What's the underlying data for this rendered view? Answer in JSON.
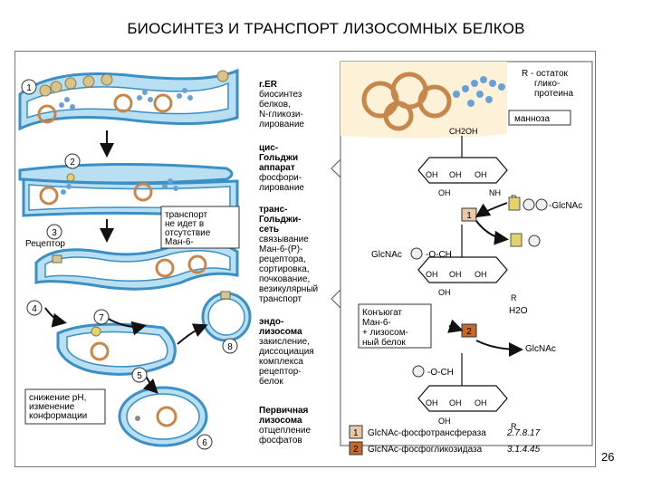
{
  "title": "БИОСИНТЕЗ И ТРАНСПОРТ ЛИЗОСОМНЫХ БЕЛКОВ",
  "page_number": "26",
  "steps": [
    {
      "num": "1",
      "lines": [
        "r.ER",
        "биосинтез",
        "белков,",
        "N-гликози-",
        "лирование"
      ],
      "bold_lines": 1
    },
    {
      "num": "2",
      "lines": [
        "цис-",
        "Гольджи",
        "аппарат",
        "фосфори-",
        "лирование"
      ],
      "bold_lines": 3
    },
    {
      "num": "3",
      "lines": [
        "транс-",
        "Гольджи-",
        "сеть",
        "связывание",
        "Ман-6-(P)-",
        "рецептора,",
        "сортировка,",
        "почкование,",
        "везикулярный",
        "транспорт"
      ],
      "bold_lines": 3
    },
    {
      "num": "4",
      "lines": [
        "эндо-",
        "лизосома",
        "закисление,",
        "диссоциация",
        "комплекса",
        "рецептор-",
        "белок"
      ],
      "bold_lines": 2
    },
    {
      "num": "6",
      "lines": [
        "Первичная",
        "лизосома",
        "отщепление",
        "фосфатов"
      ],
      "bold_lines": 2
    }
  ],
  "labels": {
    "receptor": "Рецептор",
    "transport_note": [
      "транспорт",
      "не идет в",
      "отсутствие",
      "Ман-6-"
    ],
    "ph_note": [
      "снижение pH,",
      "изменение",
      "конформации"
    ],
    "r_label": [
      "R - остаток",
      "глико-",
      "протеина"
    ],
    "mannose": "манноза",
    "glcnac_p": "-GlcNAc",
    "glcnac": "GlcNAc",
    "o_ch2": "-O-CH",
    "h2o": "H2O",
    "conj_note": [
      "Конъюгат",
      "Ман-6-",
      "+ лизосом-",
      "ный белок"
    ]
  },
  "step_numbers": [
    "1",
    "2",
    "3",
    "4",
    "5",
    "6",
    "7",
    "8"
  ],
  "enzymes": [
    {
      "num": "1",
      "name": "GlcNAc-фосфотрансфераза",
      "ec": "2.7.8.17"
    },
    {
      "num": "2",
      "name": "GlcNAc-фосфогликозидаза",
      "ec": "3.1.4.45"
    }
  ],
  "colors": {
    "membrane_outer": "#3a8fc4",
    "membrane_fill": "#b9dff2",
    "protein": "#c8874a",
    "mannose": "#6aa0d8",
    "enzyme_box": "#e8c9a8",
    "enzyme_box2": "#c46a2a",
    "panel_bg": "#fdf2d8"
  }
}
